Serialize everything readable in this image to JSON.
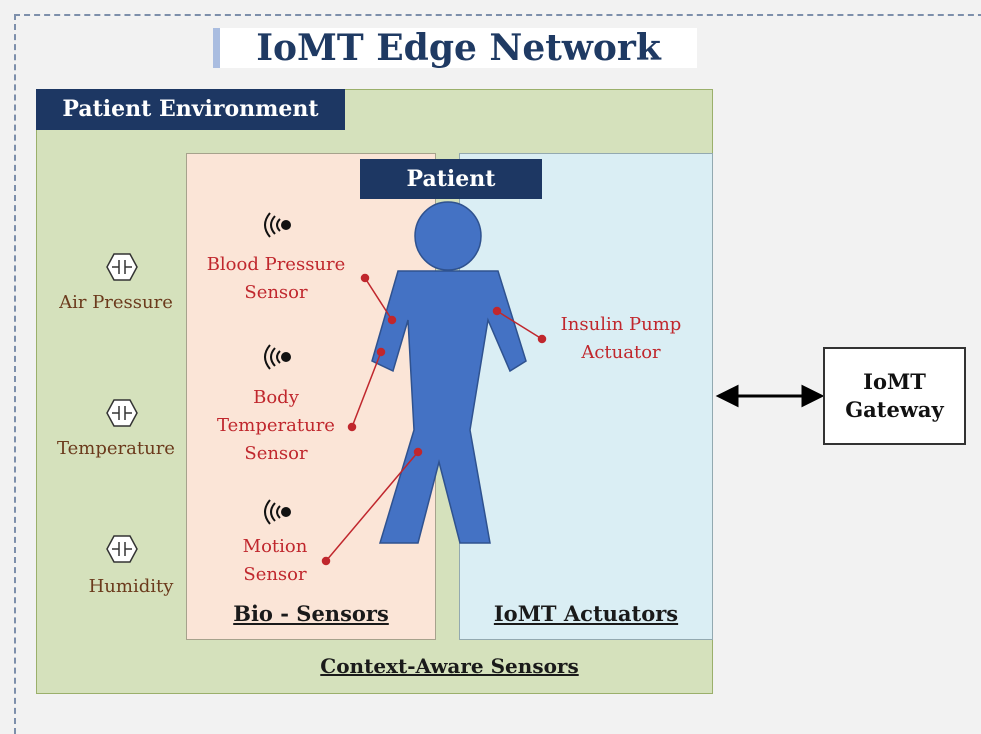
{
  "title": "IoMT Edge Network",
  "patient_environment": {
    "label": "Patient Environment",
    "footer": "Context-Aware Sensors"
  },
  "patient": {
    "label": "Patient"
  },
  "bio_sensors": {
    "label": "Bio - Sensors",
    "items": [
      {
        "line1": "Blood Pressure",
        "line2": "Sensor"
      },
      {
        "line1": "Body",
        "line2": "Temperature",
        "line3": "Sensor"
      },
      {
        "line1": "Motion",
        "line2": "Sensor"
      }
    ]
  },
  "actuators": {
    "label": "IoMT Actuators",
    "line1": "Insulin Pump",
    "line2": "Actuator"
  },
  "context_sensors": [
    "Air Pressure",
    "Temperature",
    "Humidity"
  ],
  "gateway": {
    "line1": "IoMT",
    "line2": "Gateway"
  },
  "colors": {
    "navy": "#1d3763",
    "green_panel": "#d5e1bc",
    "bio_panel": "#fbe5d7",
    "actuator_panel": "#daeef4",
    "body": "#4472c4",
    "red": "#c0272d"
  }
}
